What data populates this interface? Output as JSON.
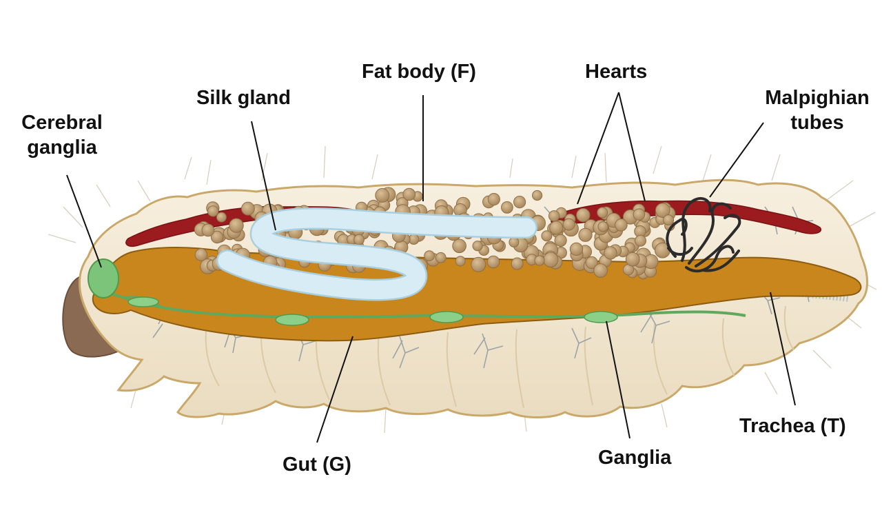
{
  "labels": {
    "cerebral_ganglia": {
      "line1": "Cerebral",
      "line2": "ganglia"
    },
    "silk_gland": "Silk gland",
    "fat_body": "Fat body (F)",
    "hearts": "Hearts",
    "malpighian": {
      "line1": "Malpighian",
      "line2": "tubes"
    },
    "trachea": "Trachea (T)",
    "ganglia": "Ganglia",
    "gut": "Gut (G)"
  },
  "colors": {
    "body_fill": "#f1e7d2",
    "body_outline": "#c9a86a",
    "gut": "#c8861c",
    "heart": "#9b1b1e",
    "silk_gland": "#d7ecf5",
    "fat_body": "#c3a276",
    "nerve": "#7cc47a",
    "head": "#8a6a52",
    "trachea": "#9aa3a8",
    "malpighian": "#2b2b2b"
  }
}
